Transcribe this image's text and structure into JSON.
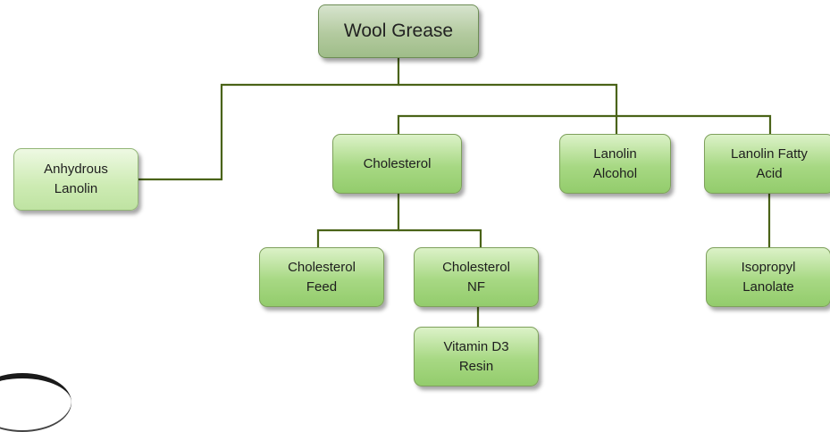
{
  "diagram": {
    "root": {
      "label": "Wool Grease"
    },
    "nodes": {
      "anhydrous_lanolin": {
        "label": "Anhydrous\nLanolin"
      },
      "cholesterol": {
        "label": "Cholesterol"
      },
      "lanolin_alcohol": {
        "label": "Lanolin\nAlcohol"
      },
      "lanolin_fatty_acid": {
        "label": "Lanolin Fatty\nAcid"
      },
      "cholesterol_feed": {
        "label": "Cholesterol\nFeed"
      },
      "cholesterol_nf": {
        "label": "Cholesterol\nNF"
      },
      "vitamin_d3_resin": {
        "label": "Vitamin D3\nResin"
      },
      "isopropyl_lanolate": {
        "label": "Isopropyl\nLanolate"
      }
    },
    "edges": [
      {
        "from": "Wool Grease",
        "to": "Anhydrous Lanolin"
      },
      {
        "from": "Wool Grease",
        "to": "Cholesterol"
      },
      {
        "from": "Wool Grease",
        "to": "Lanolin Alcohol"
      },
      {
        "from": "Wool Grease",
        "to": "Lanolin Fatty Acid"
      },
      {
        "from": "Cholesterol",
        "to": "Cholesterol Feed"
      },
      {
        "from": "Cholesterol",
        "to": "Cholesterol NF"
      },
      {
        "from": "Cholesterol NF",
        "to": "Vitamin D3 Resin"
      },
      {
        "from": "Lanolin Fatty Acid",
        "to": "Isopropyl Lanolate"
      }
    ],
    "colors": {
      "node_fill": "#a7d883",
      "root_fill": "#b3ca9f",
      "connector": "#4a6318"
    }
  }
}
